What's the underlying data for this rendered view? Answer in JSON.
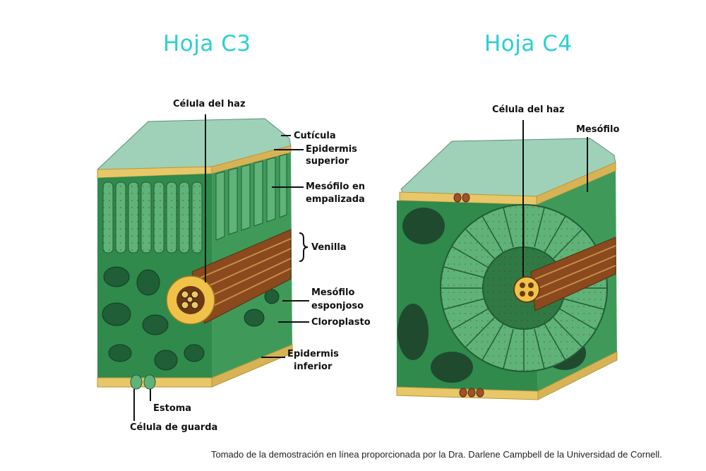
{
  "titles": {
    "c3": "Hoja C3",
    "c4": "Hoja C4"
  },
  "c3_labels": {
    "celula_haz": "Célula del haz",
    "cuticula": "Cutícula",
    "epidermis_superior_1": "Epidermis",
    "epidermis_superior_2": "superior",
    "mesofilo_empalizada_1": "Mesófilo en",
    "mesofilo_empalizada_2": "empalizada",
    "venilla": "Venilla",
    "mesofilo_esponjoso_1": "Mesófilo",
    "mesofilo_esponjoso_2": "esponjoso",
    "cloroplasto": "Cloroplasto",
    "epidermis_inferior_1": "Epidermis",
    "epidermis_inferior_2": "inferior",
    "estoma": "Estoma",
    "celula_guarda": "Célula de guarda"
  },
  "c4_labels": {
    "celula_haz": "Célula del haz",
    "mesofilo": "Mesófilo"
  },
  "credit": "Tomado de la demostración en línea proporcionada por la Dra. Darlene Campbell de la Universidad de Cornell.",
  "colors": {
    "title": "#2ad1cf",
    "epidermis": "#e8c769",
    "cuticle_top": "#9fd1b9",
    "mesophyll": "#2f8a4c",
    "mesophyll_dark": "#1f5e36",
    "cell_light": "#5fb378",
    "vein": "#8a4a1e",
    "bundle_sheath": "#f0c24a"
  }
}
